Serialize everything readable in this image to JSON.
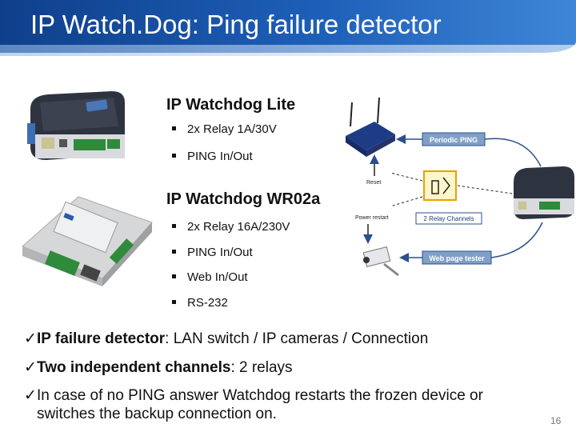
{
  "slide": {
    "title": "IP Watch.Dog: Ping failure detector",
    "page_number": "16"
  },
  "products": [
    {
      "name": "IP Watchdog Lite",
      "features": [
        "2x Relay 1A/30V",
        "PING In/Out"
      ]
    },
    {
      "name": "IP Watchdog WR02a",
      "features": [
        "2x Relay 16A/230V",
        "PING In/Out",
        "Web In/Out",
        "RS-232"
      ]
    }
  ],
  "diagram": {
    "periodic_ping": "Periodic PING",
    "reset": "Reset",
    "relay_channels": "2 Relay Channels",
    "power_restart": "Power restart",
    "web_page_tester": "Web page tester"
  },
  "main_bullets": [
    {
      "bold": "IP failure detector",
      "rest": ":  LAN switch / IP cameras / Connection"
    },
    {
      "bold": "Two independent channels",
      "rest": ": 2 relays"
    },
    {
      "bold": "",
      "rest": "In case of no PING answer Watchdog restarts the frozen device or",
      "rest2": "switches the backup connection on."
    }
  ],
  "colors": {
    "header": "#1d5fb8",
    "tag": "#7f9fc6",
    "device_dark": "#2e3340"
  }
}
